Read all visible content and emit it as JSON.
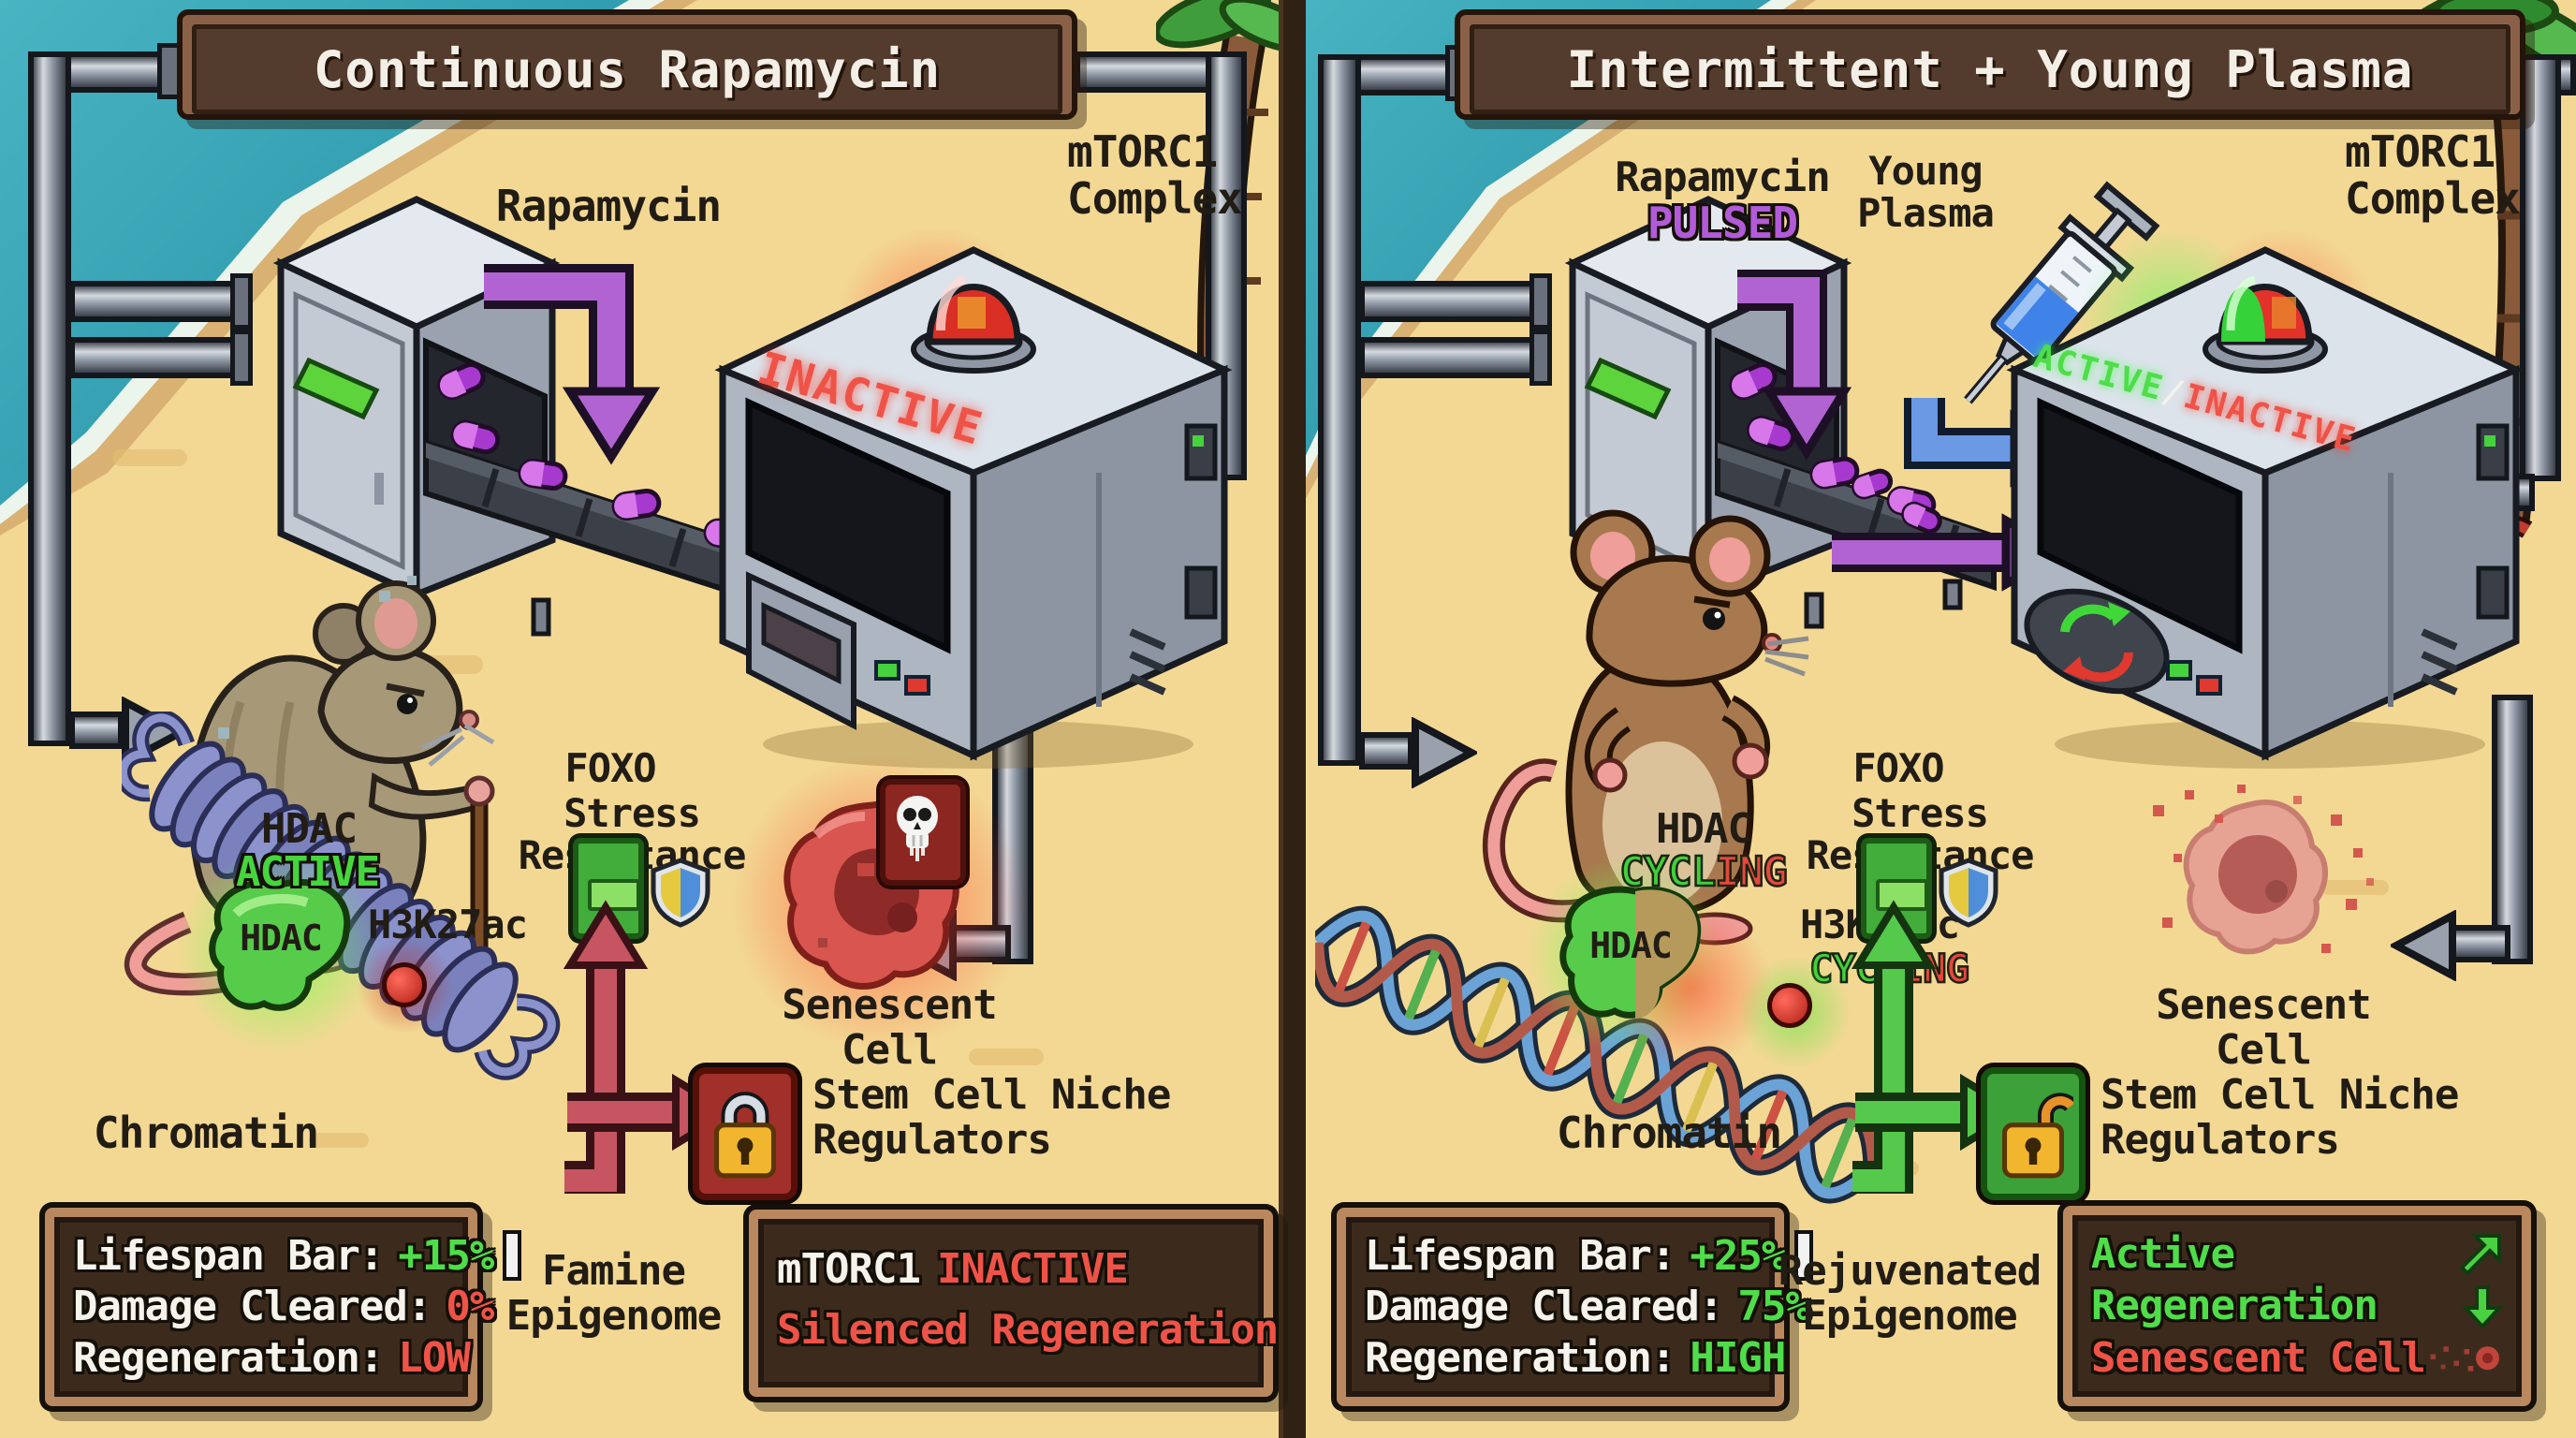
{
  "colors": {
    "sand": "#f3d894",
    "ocean": "#2ba3b4",
    "sign_brown": "#533c2d",
    "hud_brown": "#3c2b1d",
    "good_green": "#4fdd4a",
    "bad_red": "#ef5348",
    "rapamycin_purple": "#b164d1",
    "plasma_blue": "#6b99e3"
  },
  "left": {
    "title": "Continuous Rapamycin",
    "rapamycin_label": "Rapamycin",
    "mtorc1_line1": "mTORC1",
    "mtorc1_line2": "Complex",
    "machine_display": "INACTIVE",
    "hdac_label": "HDAC",
    "hdac_state": "ACTIVE",
    "hdac_blob": "HDAC",
    "h3k27ac_label": "H3K27ac",
    "chromatin_label": "Chromatin",
    "foxo_line1": "FOXO",
    "foxo_line2": "Stress Resistance",
    "senescent_label": "Senescent Cell",
    "stem_line1": "Stem Cell Niche",
    "stem_line2": "Regulators",
    "hud": {
      "lifespan_label": "Lifespan Bar:",
      "lifespan_value": "+15%",
      "damage_label": "Damage Cleared:",
      "damage_value": "0%",
      "regen_label": "Regeneration:",
      "regen_value": "LOW"
    },
    "epigenome_line1": "Famine",
    "epigenome_line2": "Epigenome",
    "status_line1_a": "mTORC1",
    "status_line1_b": "INACTIVE",
    "status_line2": "Silenced Regeneration"
  },
  "right": {
    "title": "Intermittent + Young Plasma",
    "rapamycin_label": "Rapamycin",
    "rapamycin_state": "PULSED",
    "plasma_line1": "Young",
    "plasma_line2": "Plasma",
    "mtorc1_line1": "mTORC1",
    "mtorc1_line2": "Complex",
    "machine_display_a": "ACTIVE",
    "machine_display_sep": "/",
    "machine_display_b": "INACTIVE",
    "hdac_label": "HDAC",
    "hdac_state": "CYCLING",
    "hdac_blob": "HDAC",
    "h3k27ac_label": "H3K27ac",
    "h3k27ac_state": "CYCLING",
    "chromatin_label": "Chromatin",
    "foxo_line1": "FOXO",
    "foxo_line2": "Stress Resistance",
    "senescent_label": "Senescent Cell",
    "stem_line1": "Stem Cell Niche",
    "stem_line2": "Regulators",
    "hud": {
      "lifespan_label": "Lifespan Bar:",
      "lifespan_value": "+25%",
      "damage_label": "Damage Cleared:",
      "damage_value": "75%",
      "regen_label": "Regeneration:",
      "regen_value": "HIGH"
    },
    "epigenome_line1": "Rejuvenated",
    "epigenome_line2": "Epigenome",
    "status_line1": "Active",
    "status_line2": "Regeneration",
    "status_line3": "Senescent Cell"
  }
}
